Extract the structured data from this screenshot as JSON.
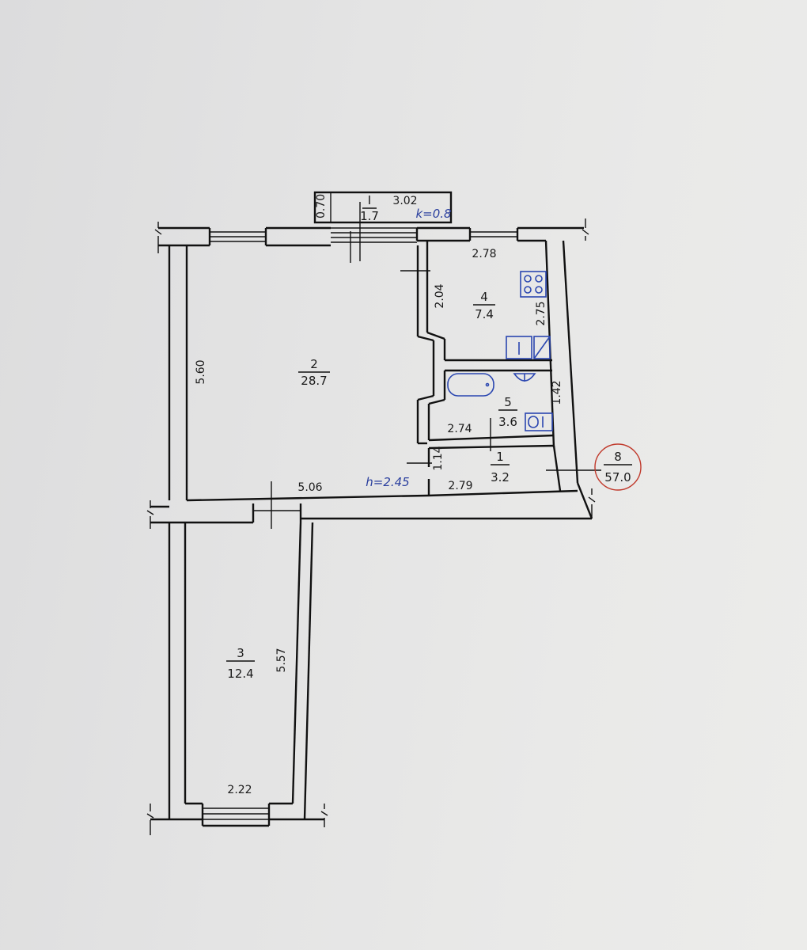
{
  "plan": {
    "balcony": {
      "number": "I",
      "area": "1.7",
      "width": "3.02",
      "depth": "0.70",
      "coefficient": "k=0.8"
    },
    "rooms": [
      {
        "number": "2",
        "area": "28.7",
        "dim_height": "5.60",
        "dim_width": "5.06"
      },
      {
        "number": "4",
        "area": "7.4",
        "dim_width": "2.78",
        "dim_height": "2.75",
        "dim_side": "2.04"
      },
      {
        "number": "5",
        "area": "3.6",
        "dim_width": "2.74",
        "dim_height": "1.42"
      },
      {
        "number": "1",
        "area": "3.2",
        "dim_width": "2.79",
        "dim_height": "1.14"
      },
      {
        "number": "3",
        "area": "12.4",
        "dim_height": "5.57",
        "dim_width": "2.22"
      }
    ],
    "ceiling_height": "h=2.45",
    "total": {
      "number": "8",
      "area": "57.0"
    }
  }
}
